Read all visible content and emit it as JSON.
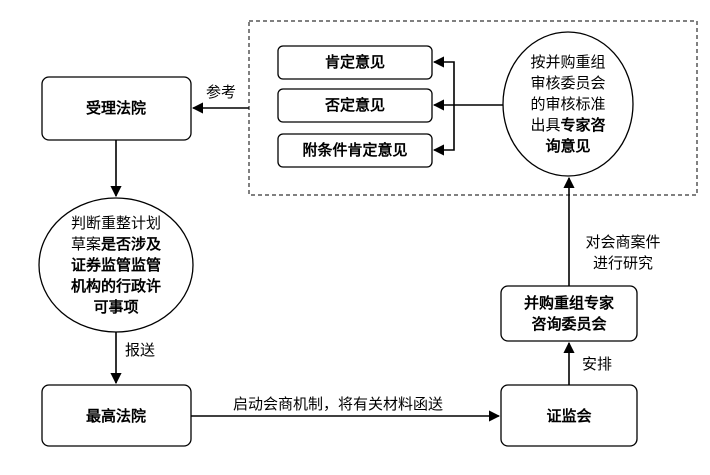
{
  "nodes": {
    "court_accept": "受理法院",
    "supreme_court": "最高法院",
    "csrc": "证监会",
    "committee": [
      "并购重组专家",
      "咨询委员会"
    ],
    "judge_ellipse": {
      "line1": "判断重整计划",
      "line2_a": "草案",
      "line2_b": "是否涉及",
      "line3": "证券监管监管",
      "line4": "机构的行政许",
      "line5": "可事项"
    },
    "review_ellipse": {
      "line1": "按并购重组",
      "line2": "审核委员会",
      "line3": "的审核标准",
      "line4_a": "出具",
      "line4_b": "专家咨",
      "line5": "询意见"
    },
    "opinions": {
      "affirm": "肯定意见",
      "deny": "否定意见",
      "conditional": "附条件肯定意见"
    }
  },
  "edges": {
    "reference": "参考",
    "report": "报送",
    "consult": "启动会商机制，将有关材料函送",
    "arrange": "安排",
    "research_line1": "对会商案件",
    "research_line2": "进行研究"
  }
}
